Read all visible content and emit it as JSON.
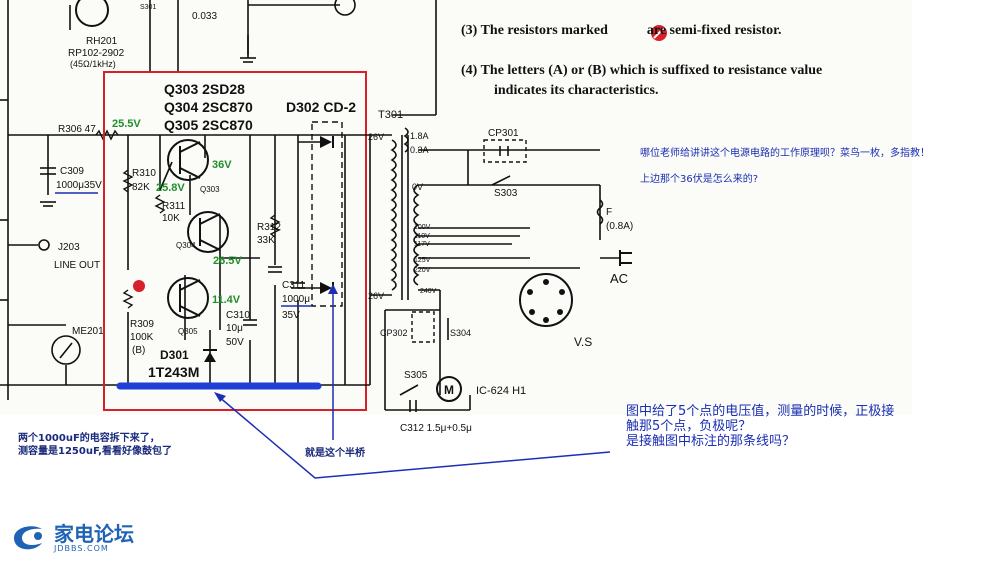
{
  "notes_en": {
    "n3_pre": "(3)  The resistors marked",
    "n3_post": "are semi-fixed resistor.",
    "n4_line1": "(4)  The letters (A) or (B) which is suffixed to resistance value",
    "n4_line2": "indicates its characteristics."
  },
  "questions": {
    "q1": "哪位老师给讲讲这个电源电路的工作原理呗？菜鸟一枚，多指教！",
    "q2": "上边那个36伏是怎么来的?",
    "q3_line1": "图中给了5个点的电压值，测量的时候，正极接",
    "q3_line2": "触那5个点，负极呢？",
    "q3_line3": "是接触图中标注的那条线吗？",
    "cap_line1": "两个1000uF的电容拆下来了，",
    "cap_line2": "测容量是1250uF,看看好像鼓包了",
    "bridge": "就是这个半桥"
  },
  "logo": {
    "name": "家电论坛",
    "domain": "JDBBS.COM"
  },
  "labels": {
    "rh201": "RH201",
    "rp102": "RP102-2902",
    "rp_val": "(45Ω/1kHz)",
    "c307_val": "0.033",
    "s301": "S301",
    "q303": "Q303 2SD28",
    "q304": "Q304 2SC870",
    "q305": "Q305 2SC870",
    "d302": "D302 CD-2",
    "t301": "T301",
    "r306": "R306 47",
    "c309": "C309",
    "c309_val": "1000μ35V",
    "j203": "J203",
    "line_out": "LINE OUT",
    "me201": "ME201",
    "r310": "R310",
    "r310_val": "82K",
    "r311": "R311",
    "r311_val": "10K",
    "r312": "R312",
    "r312_val": "33K",
    "c311": "C311",
    "c311_val": "1000μ",
    "c311_v": "35V",
    "r309": "R309",
    "r309_val": "100K",
    "r309_b": "(B)",
    "c310": "C310",
    "c310_val": "10μ",
    "c310_v": "50V",
    "d301": "D301",
    "d301_val": "1T243M",
    "q303_tag": "Q303",
    "q304_tag": "Q304",
    "q305_tag": "Q305",
    "cp301": "CP301",
    "s303": "S303",
    "fuse": "F",
    "fuse_val": "(0.8A)",
    "ac": "AC",
    "vs": "V.S",
    "cp302": "CP302",
    "s304": "S304",
    "s305": "S305",
    "motor": "M",
    "ic624": "IC-624 H1",
    "c312": "C312  1.5μ+0.5μ",
    "t_18a": "1.8A",
    "t_03a": "0.3A",
    "t_26v_top": "26V",
    "t_26v_bot": "26V",
    "t_0v": "0V",
    "t_100v": "100V",
    "t_110v": "110V",
    "t_117v": "117V",
    "t_125v": "125V",
    "t_220v": "220V",
    "t_240v": "240V"
  },
  "voltages": {
    "v1": "25.5V",
    "v2": "36V",
    "v3": "25.8V",
    "v4": "26.5V",
    "v5": "11.4V"
  },
  "colors": {
    "red_box": "#d8202a",
    "voltage_green": "#1f8f2a",
    "annotation_blue": "#1a2fb3",
    "highlight_bar": "#1f3fd6",
    "underline_blue": "#1a2fb3"
  }
}
